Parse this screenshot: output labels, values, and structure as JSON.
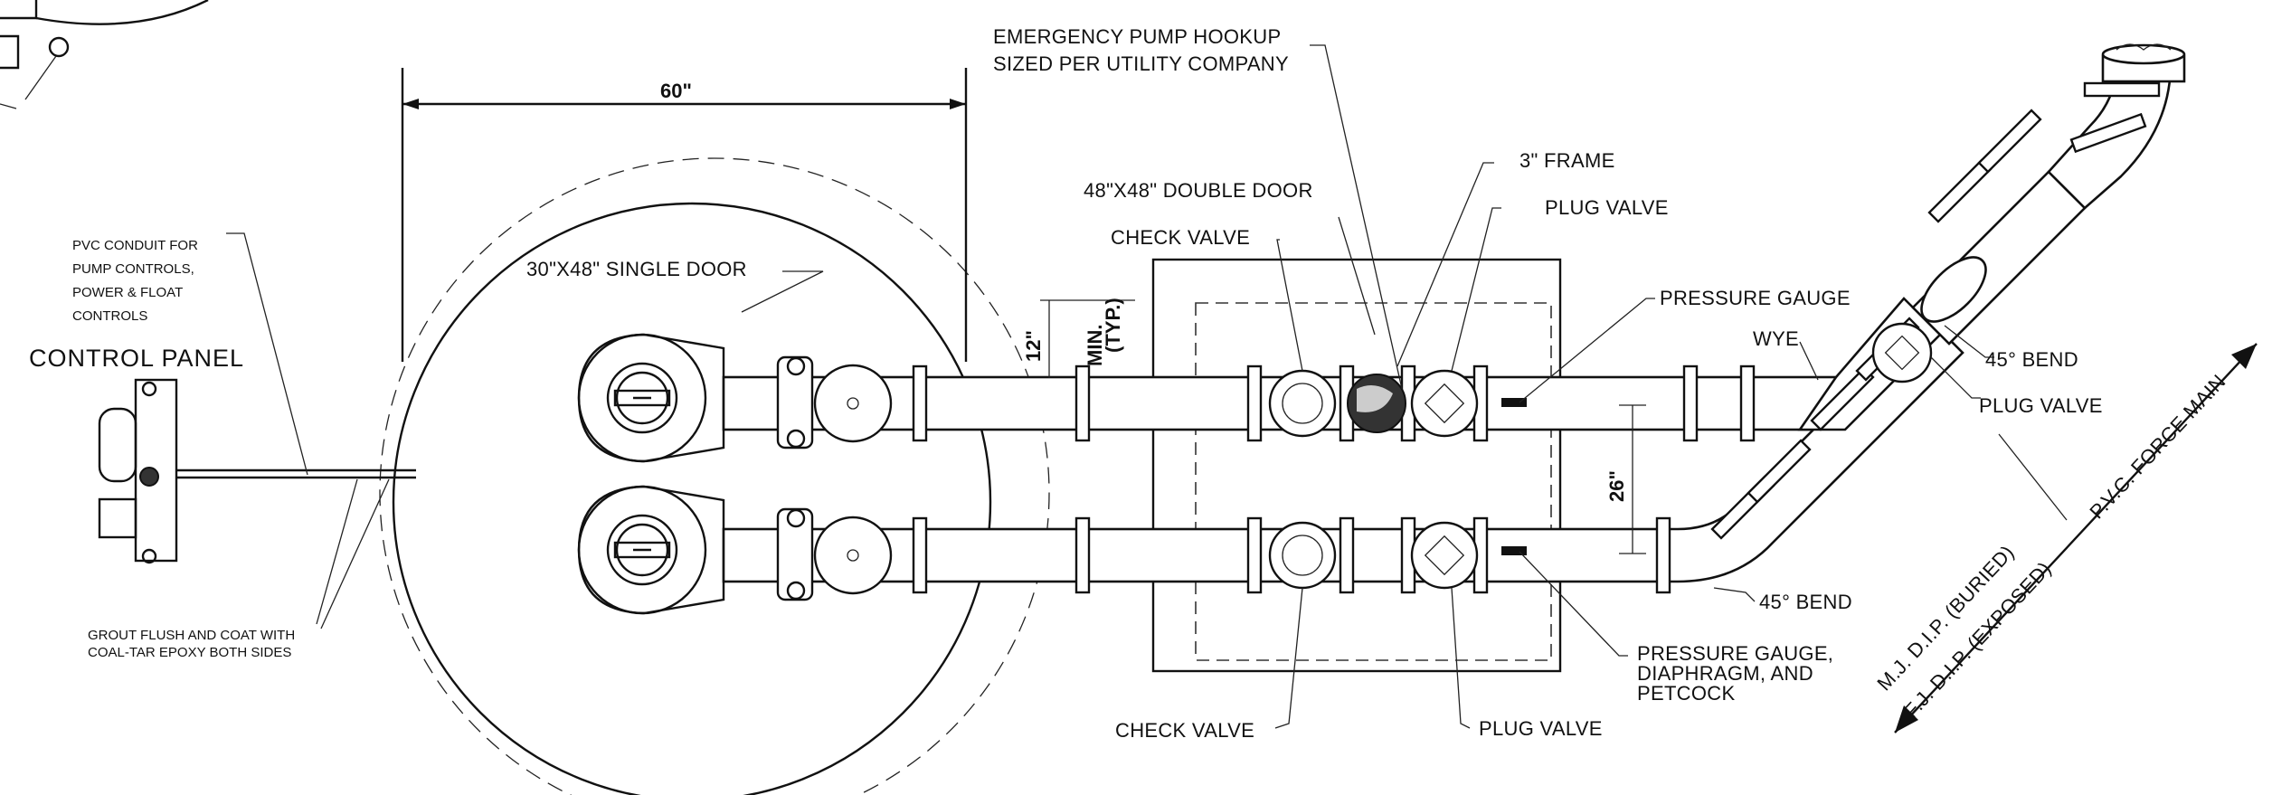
{
  "labels": {
    "emergency_hookup_1": "EMERGENCY PUMP HOOKUP",
    "emergency_hookup_2": "SIZED PER UTILITY COMPANY",
    "frame": "3\" FRAME",
    "double_door": "48\"X48\" DOUBLE DOOR",
    "plug_valve_top": "PLUG VALVE",
    "check_valve_top": "CHECK VALVE",
    "single_door": "30\"X48\" SINGLE DOOR",
    "pressure_gauge": "PRESSURE GAUGE",
    "wye": "WYE",
    "bend_45_upper": "45° BEND",
    "plug_valve_right": "PLUG VALVE",
    "bend_45_lower": "45° BEND",
    "pressure_gauge_2_line1": "PRESSURE GAUGE,",
    "pressure_gauge_2_line2": "DIAPHRAGM, AND",
    "pressure_gauge_2_line3": "PETCOCK",
    "check_valve_bottom": "CHECK VALVE",
    "plug_valve_bottom": "PLUG VALVE",
    "control_panel": "CONTROL PANEL",
    "conduit_1": "PVC CONDUIT FOR",
    "conduit_2": "PUMP CONTROLS,",
    "conduit_3": "POWER & FLOAT",
    "conduit_4": "CONTROLS",
    "grout_1": "GROUT FLUSH AND COAT WITH",
    "grout_2": "COAL-TAR EPOXY BOTH SIDES",
    "force_main": "P.V.C. FORCE MAIN",
    "mj_dip": "M.J. D.I.P. (BURIED)",
    "fj_dip": "F.J. D.I.P. (EXPOSED)"
  },
  "dimensions": {
    "width_60": "60\"",
    "min_12": "12\"",
    "min_typ_1": "MIN.",
    "min_typ_2": "(TYP.)",
    "spacing_26": "26\""
  }
}
